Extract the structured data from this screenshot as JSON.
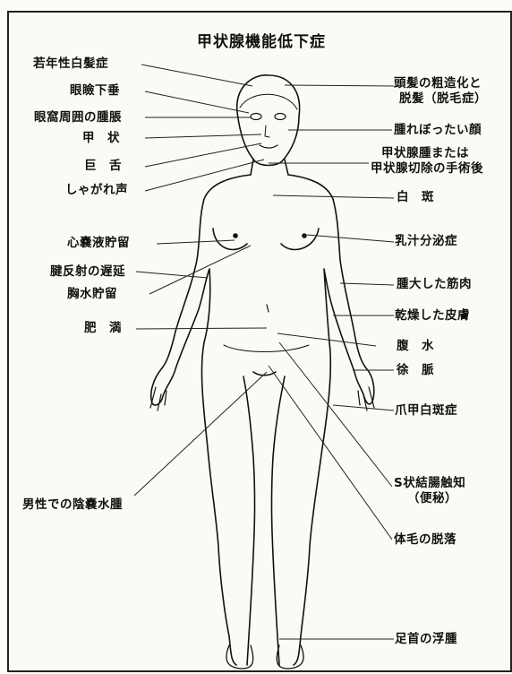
{
  "title": "甲状腺機能低下症",
  "left_labels": {
    "premature_gray": "若年性白髪症",
    "ptosis": "眼瞼下垂",
    "periorbital_edema": "眼窩周囲の腫脹",
    "goiter": "甲　状",
    "macroglossia": "巨　舌",
    "hoarseness": "しゃがれ声",
    "pericardial_effusion": "心嚢液貯留",
    "delayed_reflex": "腱反射の遅延",
    "pleural_effusion": "胸水貯留",
    "obesity": "肥　満",
    "hydrocele": "男性での陰嚢水腫"
  },
  "right_labels": {
    "hair": [
      "頭髪の粗造化と",
      "脱髪（脱毛症）"
    ],
    "puffy_face": "腫れぼったい顔",
    "thyroid": [
      "甲状腺腫または",
      "甲状腺切除の手術後"
    ],
    "vitiligo": "白　斑",
    "galactorrhea": "乳汁分泌症",
    "hypertrophy": "腫大した筋肉",
    "dry_skin": "乾燥した皮膚",
    "ascites": "腹　水",
    "bradycardia": "徐　脈",
    "leukonychia": "爪甲白斑症",
    "sigmoid": [
      "S状結腸触知",
      "（便秘）"
    ],
    "body_hair": "体毛の脱落",
    "foot_edema": "足首の浮腫"
  }
}
